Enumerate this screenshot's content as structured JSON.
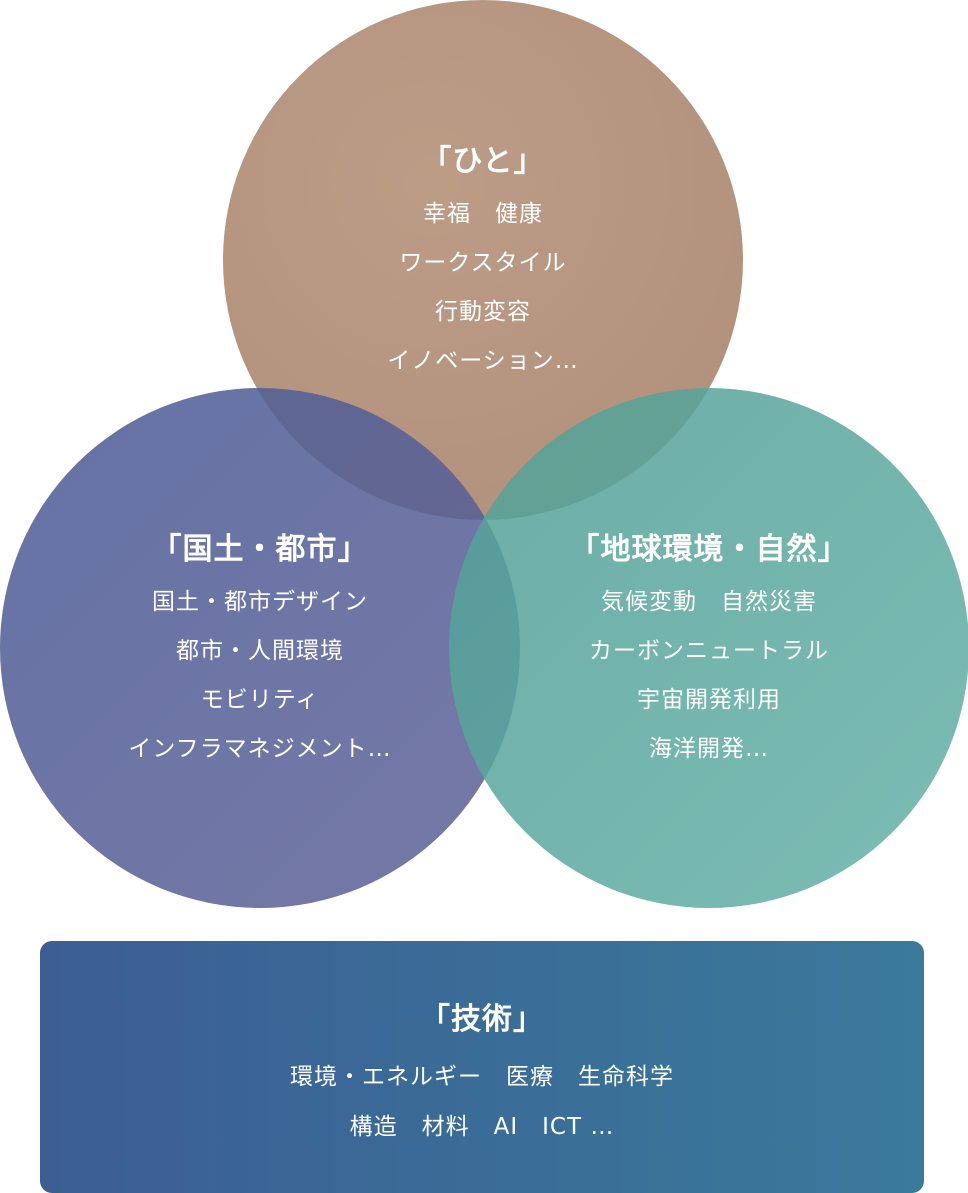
{
  "people": {
    "title": "「ひと」",
    "items": [
      "幸福　健康",
      "ワークスタイル",
      "行動変容",
      "イノベーション…"
    ]
  },
  "land": {
    "title": "「国土・都市」",
    "items": [
      "国土・都市デザイン",
      "都市・人間環境",
      "モビリティ",
      "インフラマネジメント…"
    ]
  },
  "nature": {
    "title": "「地球環境・自然」",
    "items": [
      "気候変動　自然災害",
      "カーボンニュートラル",
      "宇宙開発利用",
      "海洋開発…"
    ]
  },
  "tech": {
    "title": "「技術」",
    "items": [
      "環境・エネルギー　医療　生命科学",
      "構造　材料　AI　ICT …"
    ]
  },
  "colors": {
    "people": "#b8967e",
    "land": "#4a5c96",
    "nature": "#52a096",
    "tech": "#3c6a96"
  }
}
